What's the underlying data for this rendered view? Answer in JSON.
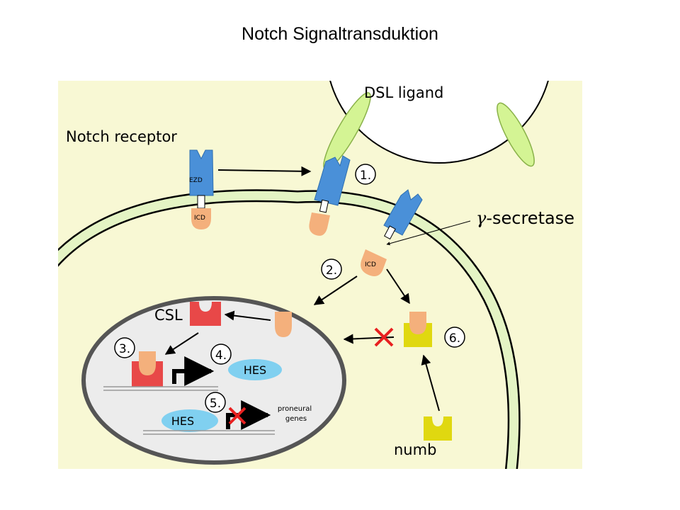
{
  "title": "Notch Signaltransduktion",
  "labels": {
    "dsl_ligand": "DSL ligand",
    "notch_receptor": "Notch receptor",
    "ezd": "EZD",
    "icd_membrane": "ICD",
    "icd_free": "ICD",
    "gamma_symbol": "γ",
    "secretase": "-secretase",
    "csl": "CSL",
    "hes_active": "HES",
    "hes_bound": "HES",
    "proneural_1": "proneural",
    "proneural_2": "genes",
    "numb": "numb"
  },
  "steps": [
    "1.",
    "2.",
    "3.",
    "4.",
    "5.",
    "6."
  ],
  "colors": {
    "background": "#f8f8d4",
    "membrane": "#e4f4c4",
    "ligand": "#d4f494",
    "receptor_ezd": "#4a90d8",
    "icd": "#f4b07c",
    "csl": "#e84848",
    "hes": "#80d0f0",
    "numb": "#e0d810",
    "nucleus": "#ececec",
    "inhibit_x": "#e82020"
  }
}
